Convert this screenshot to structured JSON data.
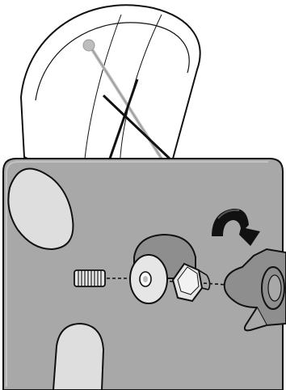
{
  "figure": {
    "kind": "assembly-illustration",
    "parts": [
      "dome-shade",
      "cable-pair",
      "mounting-plate",
      "threaded-stud",
      "washer",
      "hex-nut",
      "thumb-knob",
      "rotation-arrow"
    ],
    "colors": {
      "background": "#ffffff",
      "outline": "#111111",
      "plate": "#a8a8a8",
      "plate_dark": "#8e8e8e",
      "cutout": "#dedede",
      "part_fill": "#e6e6e6",
      "cable_light": "#bdbdbd",
      "arrow": "#111111"
    },
    "icons": {
      "rotation": "curved-arrow-down-icon"
    }
  }
}
